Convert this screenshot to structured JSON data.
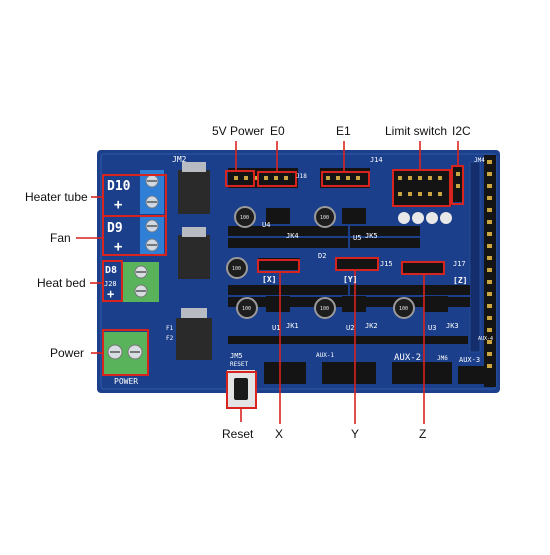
{
  "labels": {
    "top": {
      "five_v_power": "5V Power",
      "e0": "E0",
      "e1": "E1",
      "limit_switch": "Limit switch",
      "i2c": "I2C"
    },
    "left": {
      "heater_tube": "Heater tube",
      "fan": "Fan",
      "heat_bed": "Heat bed",
      "power": "Power"
    },
    "bottom": {
      "reset": "Reset",
      "x": "X",
      "y": "Y",
      "z": "Z"
    }
  },
  "board_silkscreen": {
    "d10": "D10",
    "d9": "D9",
    "d8": "D8",
    "j28": "J28",
    "plus": "+",
    "jm2": "JM2",
    "jm4": "JM4",
    "jm5": "JM5",
    "reset": "RESET",
    "aux1": "AUX-1",
    "aux2": "AUX-2",
    "aux3": "AUX-3",
    "aux4": "AUX-4",
    "power": "POWER",
    "x_bracket": "[X]",
    "y_bracket": "[Y]",
    "z_bracket": "[Z]",
    "jk1": "JK1",
    "jk2": "JK2",
    "jk3": "JK3",
    "jk4": "JK4",
    "jk5": "JK5",
    "u1": "U1",
    "u2": "U2",
    "u3": "U3",
    "u4": "U4",
    "u5": "U5",
    "d2": "D2",
    "f1": "F1",
    "f2": "F2",
    "j14": "J14",
    "j17": "J17",
    "j15": "J15",
    "j18": "J18",
    "jm6": "JM6",
    "cap_value": "100"
  },
  "colors": {
    "pcb": "#1b3f8a",
    "pcb_dark": "#132e6b",
    "callout_red": "#d8241f",
    "terminal_blue": "#2f7fd6",
    "terminal_green": "#58b35a",
    "header_black": "#141414"
  }
}
